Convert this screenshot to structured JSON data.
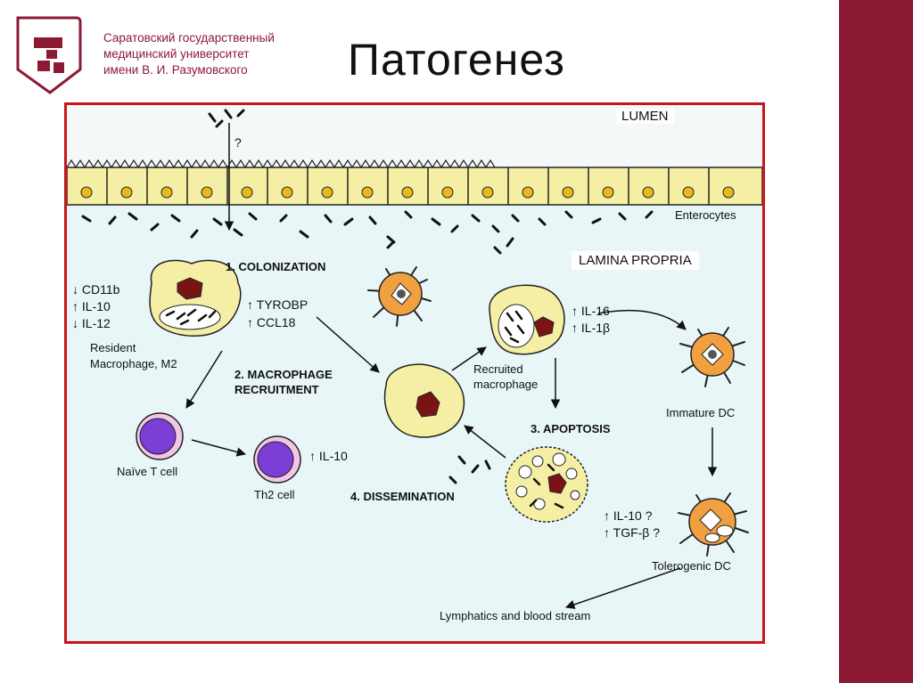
{
  "header": {
    "university_line1": "Саратовский государственный",
    "university_line2": "медицинский университет",
    "university_line3": "имени В. И. Разумовского",
    "title": "Патогенез"
  },
  "diagram": {
    "lumen": "LUMEN",
    "question": "?",
    "enterocytes": "Enterocytes",
    "lamina_propria": "LAMINA PROPRIA",
    "step1": "1. COLONIZATION",
    "step2_line1": "2. MACROPHAGE",
    "step2_line2": "RECRUITMENT",
    "step3": "3. APOPTOSIS",
    "step4": "4. DISSEMINATION",
    "m2_markers": [
      "↓ CD11b",
      "↑ IL-10",
      "↓ IL-12"
    ],
    "m2_label_line1": "Resident",
    "m2_label_line2": "Macrophage, M2",
    "tyrobp": "↑ TYROBP",
    "ccl18": "↑ CCL18",
    "recruited_markers": [
      "↑ IL-16",
      "↑ IL-1β"
    ],
    "recruited_label_line1": "Recruited",
    "recruited_label_line2": "macrophage",
    "immature_dc": "Immature DC",
    "naive_t": "Naïve T cell",
    "th2": "Th2 cell",
    "th2_marker": "↑ IL-10",
    "tolerogenic_markers": [
      "↑ IL-10 ?",
      "↑ TGF-β ?"
    ],
    "tolerogenic_dc": "Tolerogenic DC",
    "lymphatics": "Lymphatics and blood stream"
  },
  "colors": {
    "brand": "#8c1a35",
    "frame": "#c8161d",
    "background": "#e8f6f8",
    "cell_fill": "#f4efa4",
    "nucleus": "#7a1414",
    "dc_fill": "#f0a040",
    "t_cell": "#7b3fd6"
  }
}
